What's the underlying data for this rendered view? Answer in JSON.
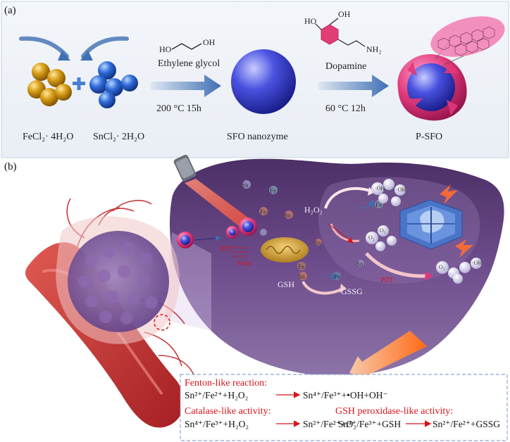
{
  "panel_a": {
    "label": "(a)",
    "fecl2": "FeCl₂· 4H₂O",
    "sncl2": "SnCl₂· 2H₂O",
    "eg_ho": "HO",
    "eg_oh": "OH",
    "eg_name": "Ethylene glycol",
    "cond1": "200 °C 15h",
    "sfo": "SFO nanozyme",
    "da_ho": "HO",
    "da_oh": "OH",
    "da_nh2": "NH₂",
    "da_name": "Dopamine",
    "cond2": "60 °C 12h",
    "psfo": "P-SFO"
  },
  "panel_b": {
    "label": "(b)",
    "ptt": "PTT",
    "heat": "Heat",
    "h2o2": "H₂O₂",
    "gsh": "GSH",
    "gssg": "GSSG",
    "pdt": "PDT",
    "ion_sn": "Sn",
    "ion_fe": "Fe",
    "o2": "O₂",
    "oh": "·OH"
  },
  "reactions": {
    "fenton_title": "Fenton-like reaction:",
    "fenton_eq_left": "Sn²⁺/Fe²⁺+H₂O₂",
    "fenton_eq_right": "Sn⁴⁺/Fe³⁺+•OH+OH⁻",
    "catalase_title": "Catalase-like activity:",
    "catalase_eq_left": "Sn⁴⁺/Fe³⁺+H₂O₂",
    "catalase_eq_right": "Sn²⁺/Fe²⁺+O₂",
    "gpx_title": "GSH peroxidase-like activity:",
    "gpx_eq_left": "Sn⁴⁺/Fe³⁺+GSH",
    "gpx_eq_right": "Sn²⁺/Fe²⁺+GSSG"
  },
  "colors": {
    "arrow_blue": "#3f6fb3",
    "reaction_red": "#d8141c",
    "cell_purple": "#6a4a86",
    "nanozyme_blue": "#3a4fd0",
    "polydopamine_pink": "#e0387a"
  }
}
